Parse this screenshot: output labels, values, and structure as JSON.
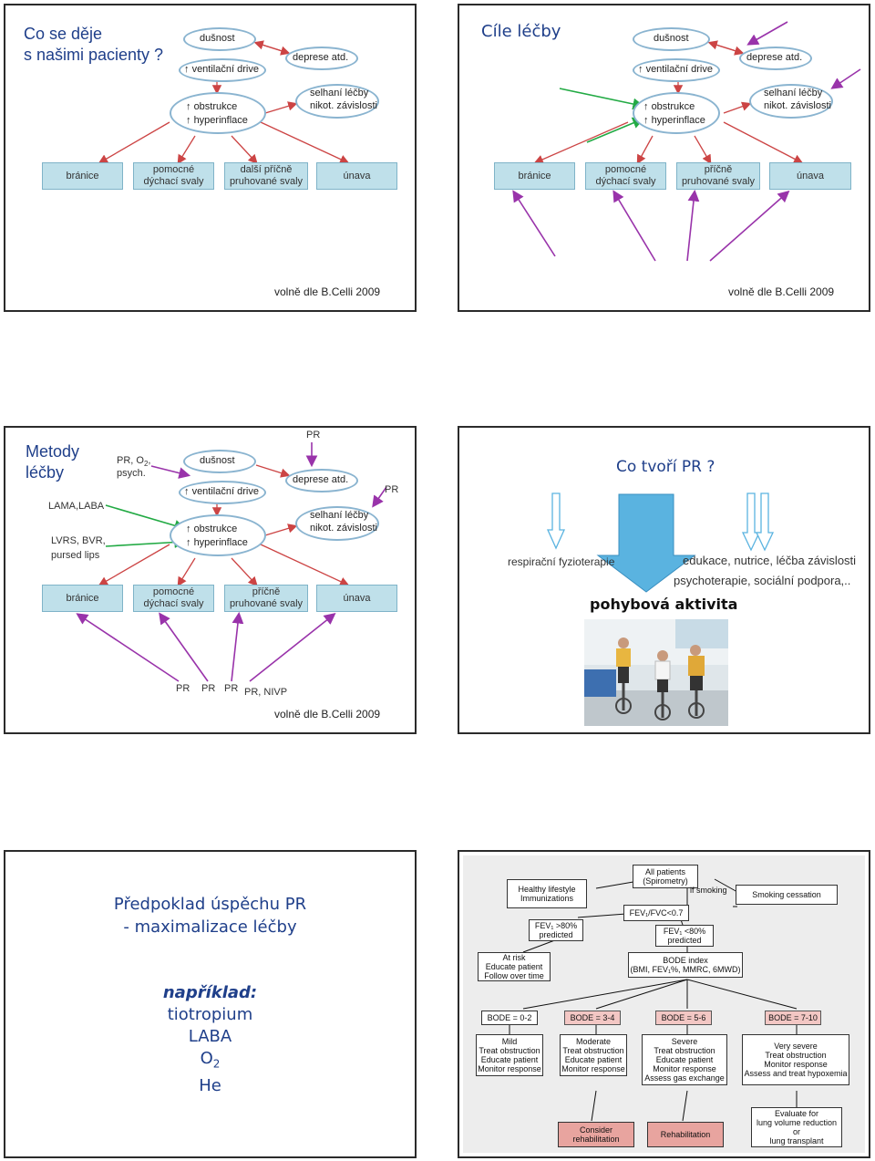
{
  "slide1": {
    "title_line1": "Co se děje",
    "title_line2": "s našimi pacienty ?",
    "dusnost": "dušnost",
    "ventilacni": "ventilační drive",
    "deprese": "deprese atd.",
    "obstrukce": "obstrukce",
    "hyperinflace": "hyperinflace",
    "selhani1": "selhaní léčby",
    "selhani2": "nikot. závislosti",
    "box1": "bránice",
    "box2a": "pomocné",
    "box2b": "dýchací svaly",
    "box3a": "další příčně",
    "box3b": "pruhované svaly",
    "box4": "únava",
    "credit": "volně dle B.Celli 2009"
  },
  "slide2": {
    "title": "Cíle léčby",
    "dusnost": "dušnost",
    "ventilacni": "ventilační drive",
    "deprese": "deprese atd.",
    "obstrukce": "obstrukce",
    "hyperinflace": "hyperinflace",
    "selhani1": "selhaní léčby",
    "selhani2": "nikot. závislosti",
    "box1": "bránice",
    "box2a": "pomocné",
    "box2b": "dýchací svaly",
    "box3a": "příčně",
    "box3b": "pruhované svaly",
    "box4": "únava",
    "credit": "volně dle B.Celli 2009"
  },
  "slide3": {
    "title_line1": "Metody",
    "title_line2": "léčby",
    "pr_o2": "PR, O",
    "pr_o2_sub": "2",
    "pr_o2_tail": ",",
    "psych": "psych.",
    "pr_top": "PR",
    "pr_right": "PR",
    "lama": "LAMA,LABA",
    "lvrs": "LVRS, BVR,",
    "pursed": "pursed lips",
    "dusnost": "dušnost",
    "ventilacni": "ventilační drive",
    "deprese": "deprese atd.",
    "obstrukce": "obstrukce",
    "hyperinflace": "hyperinflace",
    "selhani1": "selhaní léčby",
    "selhani2": "nikot. závislosti",
    "box1": "bránice",
    "box2a": "pomocné",
    "box2b": "dýchací svaly",
    "box3a": "příčně",
    "box3b": "pruhované svaly",
    "box4": "únava",
    "pr_bottom": [
      "PR",
      "PR",
      "PR",
      "PR, NIVP"
    ],
    "credit": "volně dle B.Celli 2009"
  },
  "slide4": {
    "title": "Co tvoří PR ?",
    "left_label": "respirační fyzioterapie",
    "right_label1": "edukace, nutrice, léčba závislosti",
    "right_label2": "psychoterapie, sociální  podpora,..",
    "center_label": "pohybová aktivita"
  },
  "slide5": {
    "title_line1": "Předpoklad úspěchu PR",
    "title_line2": "- maximalizace léčby",
    "example": "například:",
    "items": [
      "tiotropium",
      "LABA",
      "O",
      "He"
    ],
    "o2_sub": "2"
  },
  "slide6": {
    "all_patients": [
      "All patients",
      "(Spirometry)"
    ],
    "healthy": [
      "Healthy lifestyle",
      "Immunizations"
    ],
    "if_smoking": "if smoking",
    "smoking_cessation": "Smoking cessation",
    "fev_ratio": "FEV₁/FVC<0.7",
    "fev_gt80": [
      "FEV₁ >80%",
      "predicted"
    ],
    "fev_lt80": [
      "FEV₁ <80%",
      "predicted"
    ],
    "at_risk": [
      "At risk",
      "Educate patient",
      "Follow over time"
    ],
    "bode_index": [
      "BODE index",
      "(BMI, FEV₁%, MMRC, 6MWD)"
    ],
    "bode": [
      "BODE = 0-2",
      "BODE = 3-4",
      "BODE = 5-6",
      "BODE = 7-10"
    ],
    "mild": [
      "Mild",
      "Treat obstruction",
      "Educate patient",
      "Monitor response"
    ],
    "moderate": [
      "Moderate",
      "Treat obstruction",
      "Educate patient",
      "Monitor response"
    ],
    "severe": [
      "Severe",
      "Treat obstruction",
      "Educate patient",
      "Monitor response",
      "Assess gas exchange"
    ],
    "very_severe": [
      "Very severe",
      "Treat obstruction",
      "Monitor response",
      "Assess and treat hypoxemia"
    ],
    "consider_rehab": [
      "Consider",
      "rehabilitation"
    ],
    "rehabilitation": "Rehabilitation",
    "evaluate": [
      "Evaluate for",
      "lung volume reduction",
      "or",
      "lung transplant"
    ]
  },
  "colors": {
    "title_blue": "#1f3f8a",
    "box_fill": "#bfe0ea",
    "ellipse_border": "#8ab4d0",
    "arrow_red": "#cc4444",
    "arrow_purple": "#9933aa",
    "arrow_green": "#22aa44",
    "big_arrow": "#5ab3e0"
  }
}
